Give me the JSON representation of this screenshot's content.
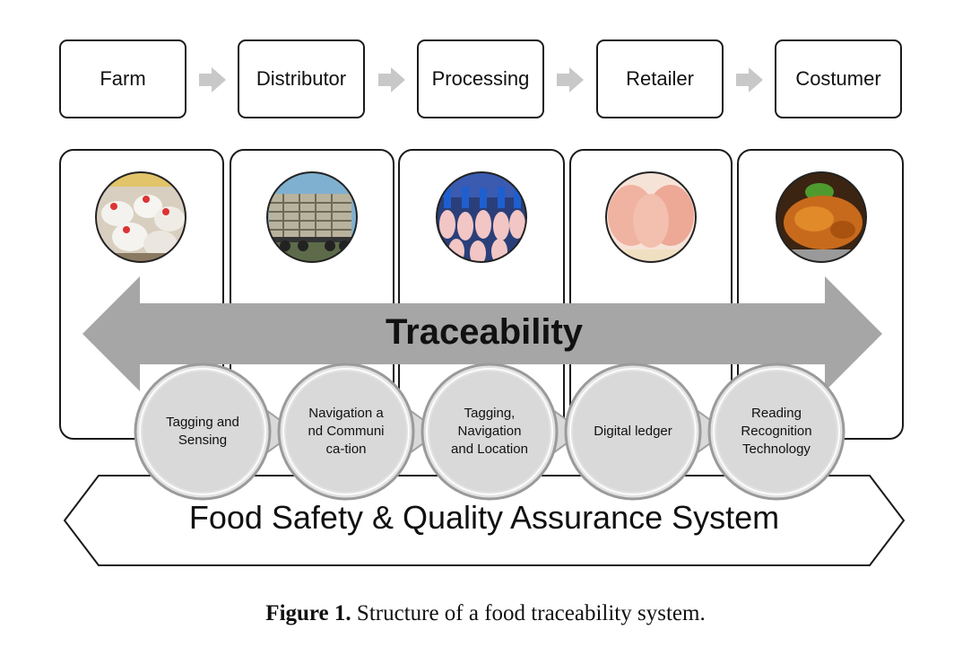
{
  "stages": [
    "Farm",
    "Distributor",
    "Processing",
    "Retailer",
    "Costumer"
  ],
  "photos": [
    "chickens-photo",
    "livestock-truck-photo",
    "processing-line-photo",
    "raw-chicken-photo",
    "roast-chicken-photo"
  ],
  "traceability": {
    "label": "Traceability",
    "color": "#a6a6a6"
  },
  "technologies": [
    {
      "label": "Tagging and Sensing"
    },
    {
      "label": "Navigation and Communica-tion"
    },
    {
      "label": "Tagging, Navigation and Location"
    },
    {
      "label": "Digital ledger"
    },
    {
      "label": "Reading Recognition Technology"
    }
  ],
  "system": {
    "label": "Food Safety & Quality Assurance System"
  },
  "caption": {
    "prefix": "Figure 1.",
    "text": "Structure of a food traceability system."
  },
  "colors": {
    "flow_arrow": "#c8c8c8",
    "circle_fill": "#d9d9d9",
    "circle_ring": "#9a9a9a"
  }
}
